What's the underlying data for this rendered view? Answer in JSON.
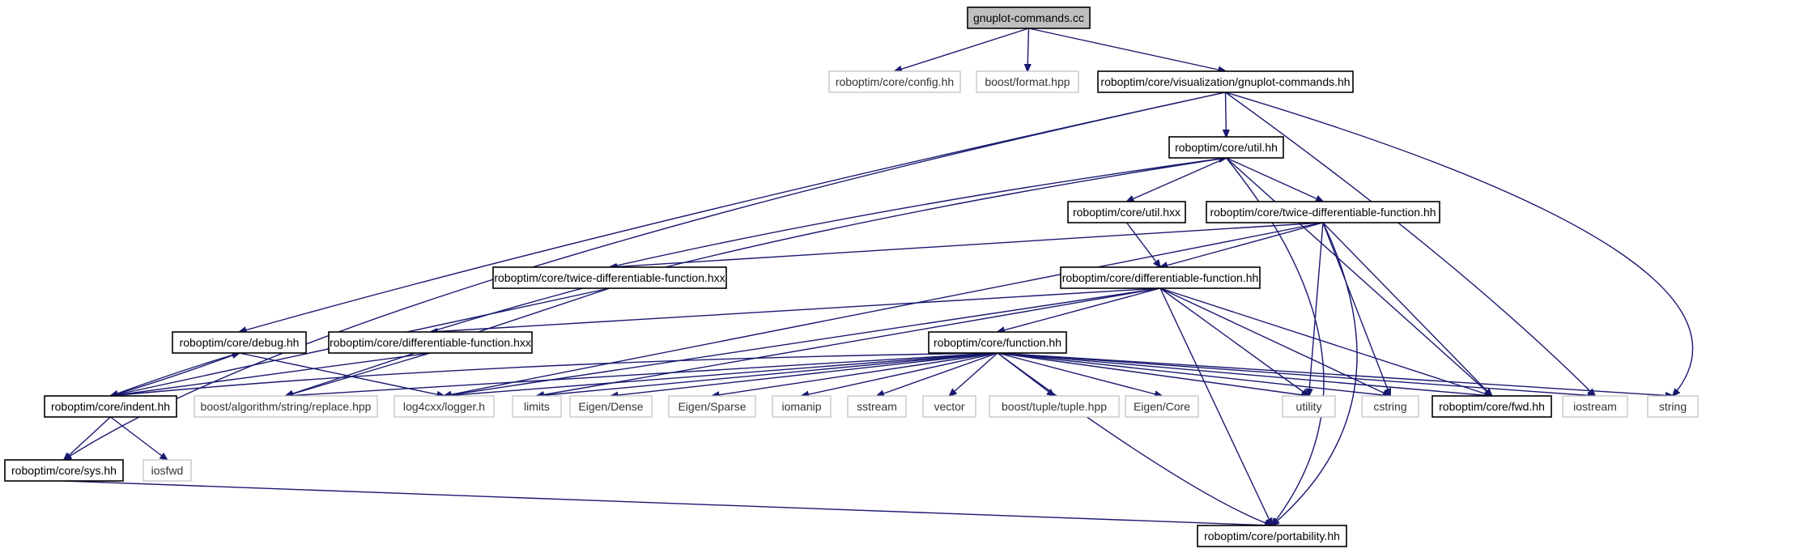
{
  "diagram": {
    "colors": {
      "edge": "#191970",
      "root_fill": "#bfbfbf",
      "internal_stroke": "#000000",
      "external_stroke": "#bfbfbf"
    },
    "nodes": [
      {
        "id": "root",
        "label": "gnuplot-commands.cc",
        "kind": "root"
      },
      {
        "id": "config",
        "label": "roboptim/core/config.hh",
        "kind": "external"
      },
      {
        "id": "bformat",
        "label": "boost/format.hpp",
        "kind": "external"
      },
      {
        "id": "gch",
        "label": "roboptim/core/visualization/gnuplot-commands.hh",
        "kind": "internal"
      },
      {
        "id": "util",
        "label": "roboptim/core/util.hh",
        "kind": "internal"
      },
      {
        "id": "utilhxx",
        "label": "roboptim/core/util.hxx",
        "kind": "internal"
      },
      {
        "id": "twicehh",
        "label": "roboptim/core/twice-differentiable-function.hh",
        "kind": "internal"
      },
      {
        "id": "twicehxx",
        "label": "roboptim/core/twice-differentiable-function.hxx",
        "kind": "internal"
      },
      {
        "id": "diffhh",
        "label": "roboptim/core/differentiable-function.hh",
        "kind": "internal"
      },
      {
        "id": "debug",
        "label": "roboptim/core/debug.hh",
        "kind": "internal"
      },
      {
        "id": "diffhxx",
        "label": "roboptim/core/differentiable-function.hxx",
        "kind": "internal"
      },
      {
        "id": "funchh",
        "label": "roboptim/core/function.hh",
        "kind": "internal"
      },
      {
        "id": "indent",
        "label": "roboptim/core/indent.hh",
        "kind": "internal"
      },
      {
        "id": "replace",
        "label": "boost/algorithm/string/replace.hpp",
        "kind": "external"
      },
      {
        "id": "log4cxx",
        "label": "log4cxx/logger.h",
        "kind": "external"
      },
      {
        "id": "limits",
        "label": "limits",
        "kind": "external"
      },
      {
        "id": "eigdense",
        "label": "Eigen/Dense",
        "kind": "external"
      },
      {
        "id": "eigsparse",
        "label": "Eigen/Sparse",
        "kind": "external"
      },
      {
        "id": "iomanip",
        "label": "iomanip",
        "kind": "external"
      },
      {
        "id": "sstream",
        "label": "sstream",
        "kind": "external"
      },
      {
        "id": "vector",
        "label": "vector",
        "kind": "external"
      },
      {
        "id": "tuple",
        "label": "boost/tuple/tuple.hpp",
        "kind": "external"
      },
      {
        "id": "eigcore",
        "label": "Eigen/Core",
        "kind": "external"
      },
      {
        "id": "utility",
        "label": "utility",
        "kind": "external"
      },
      {
        "id": "cstring",
        "label": "cstring",
        "kind": "external"
      },
      {
        "id": "fwd",
        "label": "roboptim/core/fwd.hh",
        "kind": "internal"
      },
      {
        "id": "iostream",
        "label": "iostream",
        "kind": "external"
      },
      {
        "id": "string",
        "label": "string",
        "kind": "external"
      },
      {
        "id": "iosfwd",
        "label": "iosfwd",
        "kind": "external"
      },
      {
        "id": "sys",
        "label": "roboptim/core/sys.hh",
        "kind": "internal"
      },
      {
        "id": "port",
        "label": "roboptim/core/portability.hh",
        "kind": "internal"
      }
    ]
  }
}
